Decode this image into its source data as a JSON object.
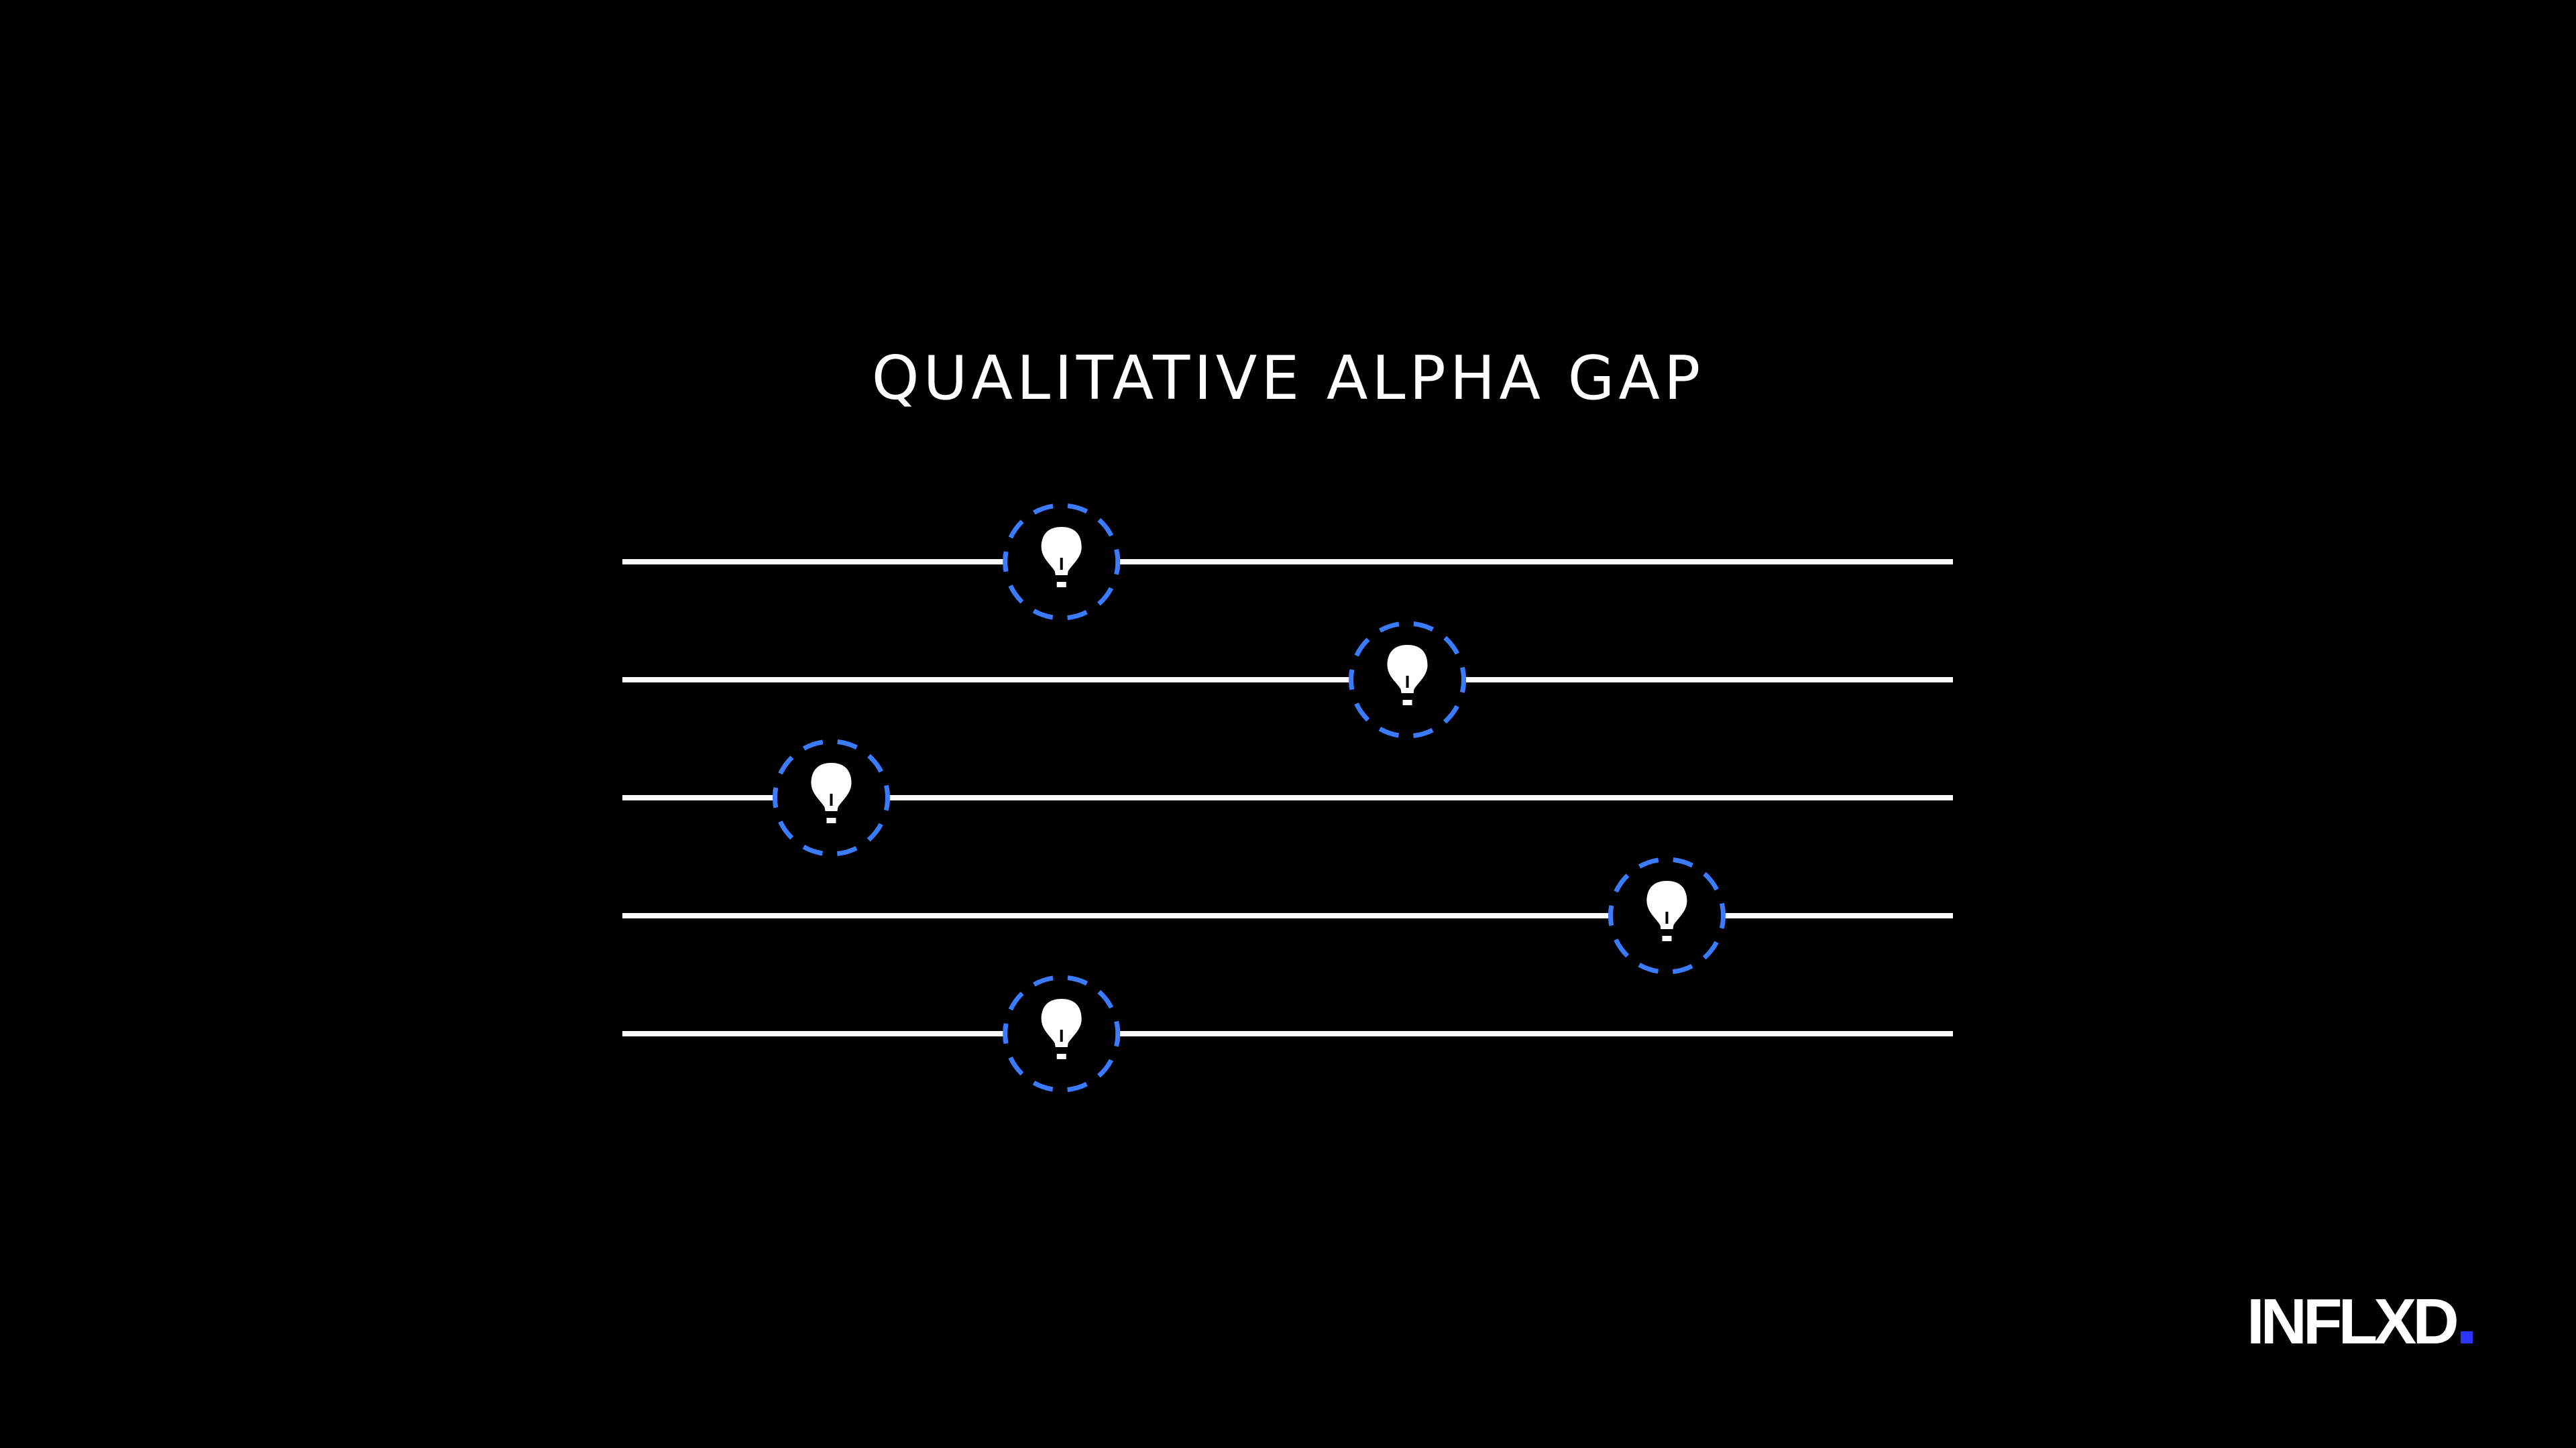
{
  "title": "QUALITATIVE ALPHA GAP",
  "logo": {
    "text": "INFLXD",
    "dot_color": "#2b35ff"
  },
  "colors": {
    "background": "#000000",
    "line": "#ffffff",
    "ring": "#3a7bff",
    "bulb": "#ffffff"
  },
  "rows": [
    {
      "name": "row-1",
      "idea_position": 0.33,
      "icon": "lightbulb-icon"
    },
    {
      "name": "row-2",
      "idea_position": 0.59,
      "icon": "lightbulb-icon"
    },
    {
      "name": "row-3",
      "idea_position": 0.157,
      "icon": "lightbulb-icon"
    },
    {
      "name": "row-4",
      "idea_position": 0.785,
      "icon": "lightbulb-icon"
    },
    {
      "name": "row-5",
      "idea_position": 0.33,
      "icon": "lightbulb-icon"
    }
  ]
}
